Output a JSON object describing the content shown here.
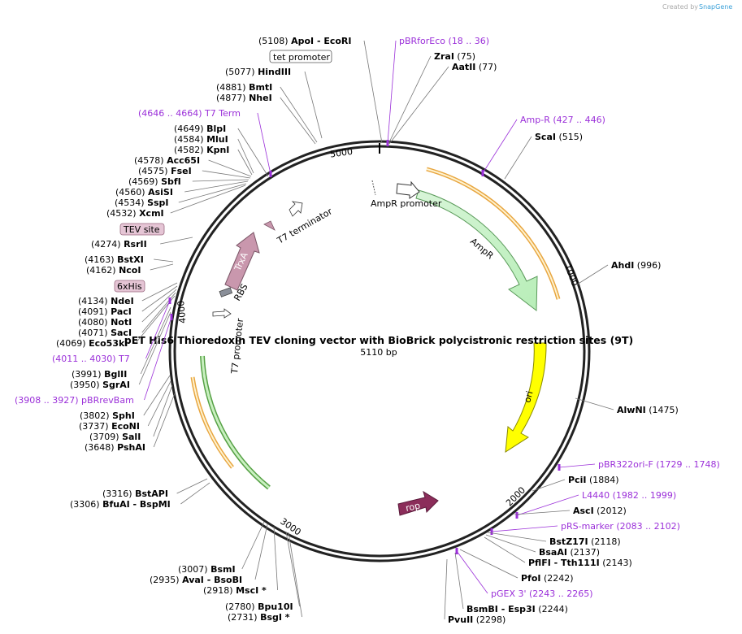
{
  "credit": {
    "text": "Created by",
    "brand": "SnapGene"
  },
  "map": {
    "title": "pET His6 Thioredoxin TEV cloning vector with BioBrick polycistronic restriction sites (9T)",
    "subtitle": "5110 bp",
    "tick_labels": [
      "5000",
      "1000",
      "2000",
      "3000",
      "4000"
    ]
  },
  "features": {
    "ampr_promoter": "AmpR promoter",
    "ampr": "AmpR",
    "ori": "ori",
    "rop": "rop",
    "trxa": "TrxA",
    "rbs": "RBS",
    "t7_promoter": "T7 promoter",
    "t7_terminator": "T7 terminator"
  },
  "boxed_labels": {
    "tet_promoter": "tet promoter",
    "tev_site": "TEV site",
    "his6": "6xHis"
  },
  "site_labels": [
    {
      "id": "apoi",
      "pos": "(5108)",
      "name": "ApoI",
      "extra": " - EcoRI"
    },
    {
      "id": "hindiii",
      "pos": "(5077)",
      "name": "HindIII"
    },
    {
      "id": "bmti",
      "pos": "(4881)",
      "name": "BmtI"
    },
    {
      "id": "nhei",
      "pos": "(4877)",
      "name": "NheI"
    },
    {
      "id": "t7term",
      "feature": true,
      "text": "(4646 .. 4664)  T7 Term"
    },
    {
      "id": "blpi",
      "pos": "(4649)",
      "name": "BlpI"
    },
    {
      "id": "mlui",
      "pos": "(4584)",
      "name": "MluI"
    },
    {
      "id": "kpni",
      "pos": "(4582)",
      "name": "KpnI"
    },
    {
      "id": "acc65i",
      "pos": "(4578)",
      "name": "Acc65I"
    },
    {
      "id": "fsei",
      "pos": "(4575)",
      "name": "FseI"
    },
    {
      "id": "sbfi",
      "pos": "(4569)",
      "name": "SbfI"
    },
    {
      "id": "asisi",
      "pos": "(4560)",
      "name": "AsiSI"
    },
    {
      "id": "sspi",
      "pos": "(4534)",
      "name": "SspI"
    },
    {
      "id": "xcmi",
      "pos": "(4532)",
      "name": "XcmI"
    },
    {
      "id": "rsrii",
      "pos": "(4274)",
      "name": "RsrII"
    },
    {
      "id": "bstxi",
      "pos": "(4163)",
      "name": "BstXI"
    },
    {
      "id": "ncoi",
      "pos": "(4162)",
      "name": "NcoI"
    },
    {
      "id": "ndei",
      "pos": "(4134)",
      "name": "NdeI"
    },
    {
      "id": "paci",
      "pos": "(4091)",
      "name": "PacI"
    },
    {
      "id": "noti",
      "pos": "(4080)",
      "name": "NotI"
    },
    {
      "id": "saci",
      "pos": "(4071)",
      "name": "SacI"
    },
    {
      "id": "eco53ki",
      "pos": "(4069)",
      "name": "Eco53kI"
    },
    {
      "id": "t7",
      "feature": true,
      "text": "(4011 .. 4030)  T7"
    },
    {
      "id": "bglii",
      "pos": "(3991)",
      "name": "BglII"
    },
    {
      "id": "sgrai",
      "pos": "(3950)",
      "name": "SgrAI"
    },
    {
      "id": "pbrrevbam",
      "feature": true,
      "text": "(3908 .. 3927)  pBRrevBam"
    },
    {
      "id": "sphi",
      "pos": "(3802)",
      "name": "SphI"
    },
    {
      "id": "econi",
      "pos": "(3737)",
      "name": "EcoNI"
    },
    {
      "id": "sali",
      "pos": "(3709)",
      "name": "SalI"
    },
    {
      "id": "pshai",
      "pos": "(3648)",
      "name": "PshAI"
    },
    {
      "id": "bstapi",
      "pos": "(3316)",
      "name": "BstAPI"
    },
    {
      "id": "bfuai",
      "pos": "(3306)",
      "name": "BfuAI",
      "extra": " - BspMI"
    },
    {
      "id": "bsmi",
      "pos": "(3007)",
      "name": "BsmI"
    },
    {
      "id": "avai",
      "pos": "(2935)",
      "name": "AvaI",
      "extra": " - BsoBI"
    },
    {
      "id": "msci",
      "pos": "(2918)",
      "name": "MscI *"
    },
    {
      "id": "bpu10i",
      "pos": "(2780)",
      "name": "Bpu10I"
    },
    {
      "id": "bsgi",
      "pos": "(2731)",
      "name": "BsgI *"
    },
    {
      "id": "pbrforeco",
      "feature": true,
      "text": "pBRforEco   (18 .. 36)"
    },
    {
      "id": "zrai",
      "name": "ZraI",
      "pos": "(75)",
      "right": true
    },
    {
      "id": "aatii",
      "name": "AatII",
      "pos": "(77)",
      "right": true
    },
    {
      "id": "ampr_site",
      "feature": true,
      "text": "Amp-R    (427 .. 446)"
    },
    {
      "id": "scai",
      "name": "ScaI",
      "pos": "(515)",
      "right": true
    },
    {
      "id": "ahdi",
      "name": "AhdI",
      "pos": "(996)",
      "right": true
    },
    {
      "id": "alwni",
      "name": "AlwNI",
      "pos": "(1475)",
      "right": true
    },
    {
      "id": "pbr322ori",
      "feature": true,
      "text": "pBR322ori-F    (1729 .. 1748)"
    },
    {
      "id": "pcii",
      "name": "PciI",
      "pos": "(1884)",
      "right": true
    },
    {
      "id": "l4440",
      "feature": true,
      "text": "L4440    (1982 .. 1999)"
    },
    {
      "id": "asci",
      "name": "AscI",
      "pos": "(2012)",
      "right": true
    },
    {
      "id": "prsmarker",
      "feature": true,
      "text": "pRS-marker    (2083 .. 2102)"
    },
    {
      "id": "bstz17i",
      "name": "BstZ17I",
      "pos": "(2118)",
      "right": true
    },
    {
      "id": "bsaai",
      "name": "BsaAI",
      "pos": "(2137)",
      "right": true
    },
    {
      "id": "pflfi",
      "name": "PflFI",
      "extra": " - Tth111I",
      "pos": "(2143)",
      "right": true
    },
    {
      "id": "pfoi",
      "name": "PfoI",
      "pos": "(2242)",
      "right": true
    },
    {
      "id": "pgex3",
      "feature": true,
      "text": "pGEX 3'    (2243 .. 2265)"
    },
    {
      "id": "bsmbi",
      "name": "BsmBI",
      "extra": " - Esp3I",
      "pos": "(2244)",
      "right": true
    },
    {
      "id": "pvuii",
      "name": "PvuII",
      "pos": "(2298)",
      "right": true
    }
  ]
}
